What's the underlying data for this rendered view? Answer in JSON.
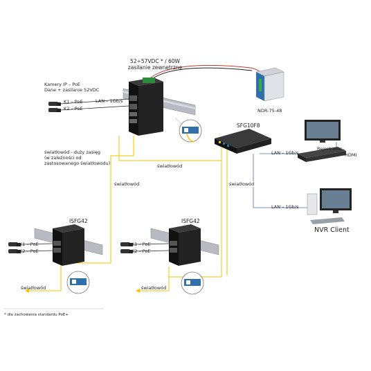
{
  "power": {
    "line1": "52÷57VDC * / 60W",
    "line2": "zasilanie zewnętrzne"
  },
  "psu": {
    "model": "NDR-75-48"
  },
  "cameras_main": {
    "line1": "Kamery IP – PoE",
    "line2": "Dane + zasilanie 52VDC",
    "k1": "K1 – PoE",
    "k2": "K2 – PoE",
    "lan": "LAN – 1Gb/s"
  },
  "core_switch": {
    "model": "SFG10F8"
  },
  "fiber_note": {
    "line1": "światłowód - duży zasięg",
    "line2": "(w zależności od",
    "line3": "zastosowanego światłowodu)"
  },
  "fiber_label": "światłowód",
  "recorder": {
    "label": "Rejestrator",
    "hdmi": "HDMI",
    "lan": "LAN – 1Gb/s"
  },
  "client": {
    "label": "NVR Client",
    "lan": "LAN – 1Gb/s"
  },
  "remote_left": {
    "model": "ISFG42",
    "k1": "K1 – PoE",
    "k2": "K2 – PoE"
  },
  "remote_right": {
    "model": "ISFG42",
    "k1": "K1 – PoE",
    "k2": "K2 – PoE"
  },
  "footnote": "* dla zachowania standardu PoE+",
  "colors": {
    "fiber": "#f2c500",
    "lan": "#4a6fb8",
    "device": "#1e1e1e",
    "rail": "#a9adb3"
  }
}
